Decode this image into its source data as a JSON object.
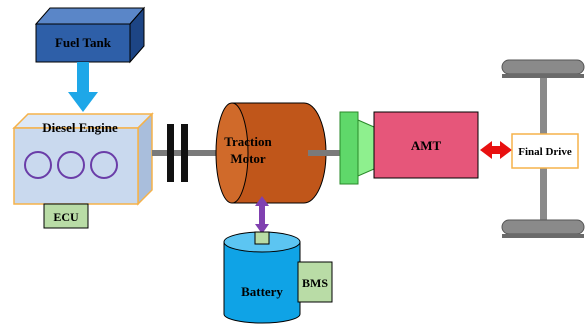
{
  "labels": {
    "fuel_tank": "Fuel Tank",
    "diesel_engine": "Diesel Engine",
    "ecu": "ECU",
    "traction_motor_line1": "Traction",
    "traction_motor_line2": "Motor",
    "amt": "AMT",
    "final_drive": "Final Drive",
    "battery": "Battery",
    "bms": "BMS"
  },
  "colors": {
    "fuel_tank": "#2e5fa8",
    "engine": "#c9d9ee",
    "engine_border": "#f5b24a",
    "cylinder": "#6a3da8",
    "ecu": "#b9dca6",
    "motor": "#c0561a",
    "coupler": "#5fd86a",
    "amt": "#e6567a",
    "final_drive_border": "#f5b24a",
    "wheel": "#8a8a8a",
    "battery": "#0fa3e6",
    "bms": "#b9dca6",
    "fuel_arrow": "#1ea7e8",
    "drive_arrow": "#e81010",
    "battery_link": "#8040b0",
    "shaft": "#7a7a7a"
  }
}
